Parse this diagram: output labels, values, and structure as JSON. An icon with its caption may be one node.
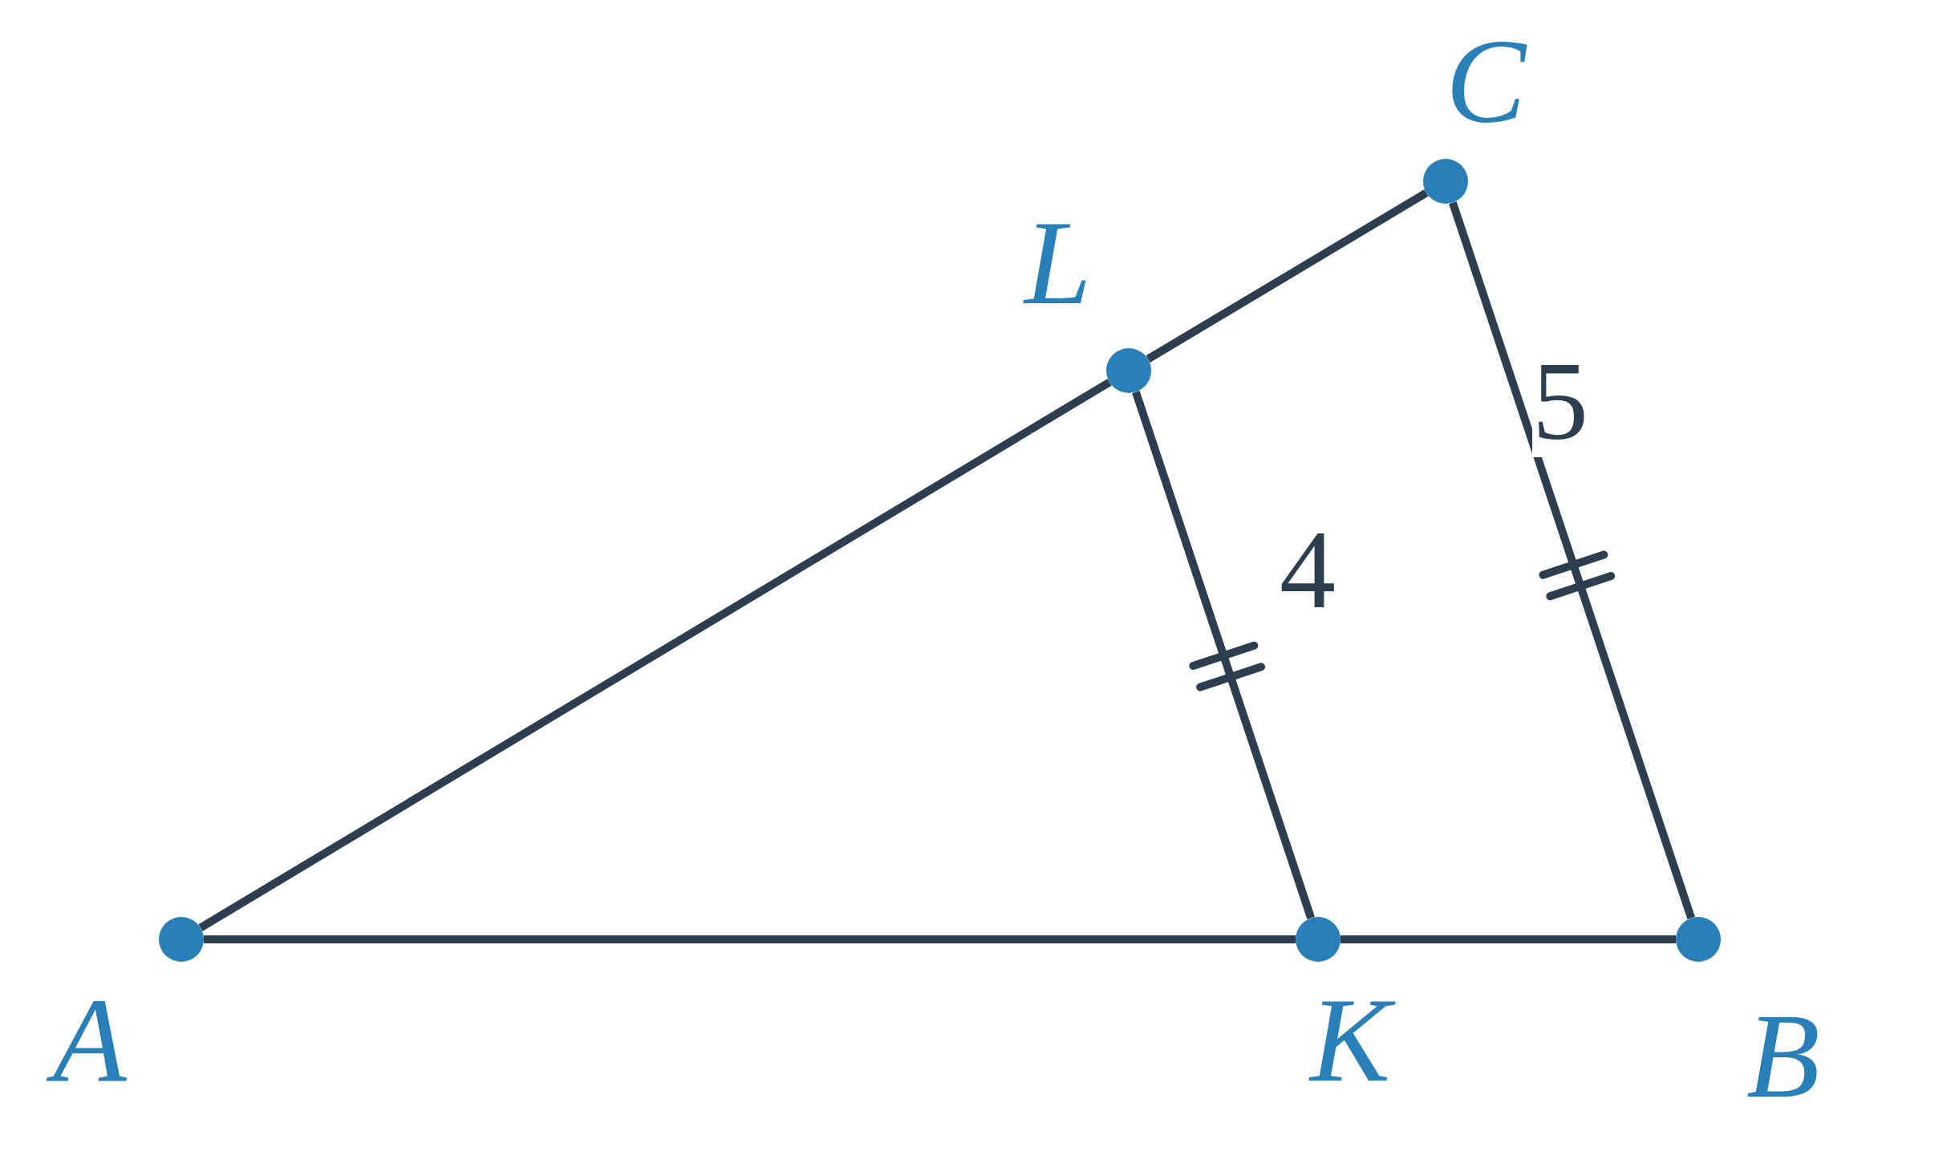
{
  "diagram": {
    "nodes": [
      {
        "text": [
          "C"
        ]
      },
      {
        "text": [
          "L"
        ]
      },
      {
        "text": [
          "A"
        ]
      },
      {
        "text": [
          "K"
        ]
      },
      {
        "text": [
          "B"
        ]
      }
    ],
    "edges": [
      {
        "from": 2,
        "to": 1,
        "arrow": "none"
      },
      {
        "from": 1,
        "to": 0,
        "arrow": "none"
      },
      {
        "from": 0,
        "to": 4,
        "arrow": "none",
        "label": "5"
      },
      {
        "from": 1,
        "to": 3,
        "arrow": "none",
        "label": "4"
      },
      {
        "from": 2,
        "to": 3,
        "arrow": "none"
      },
      {
        "from": 3,
        "to": 4,
        "arrow": "none"
      }
    ]
  }
}
